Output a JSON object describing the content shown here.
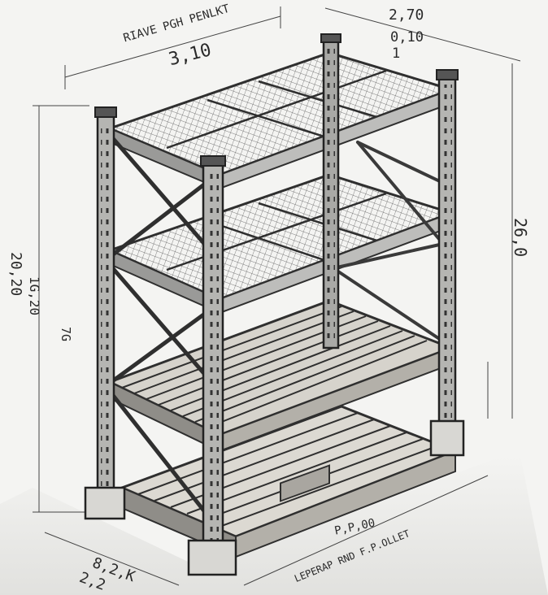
{
  "drawing": {
    "style": "pencil sketch",
    "subject": "steel pallet rack",
    "levels": 4,
    "deck_types": [
      "wire mesh",
      "wire mesh",
      "wooden pallet",
      "wooden pallet"
    ]
  },
  "annotations": {
    "top_title": "RIAVE PGH PENLKT",
    "top_dim_main": "3,10",
    "top_right_dim_1": "2,70",
    "top_right_dim_2": "0,10",
    "top_right_dim_3": "1",
    "left_vertical_1": "20,20",
    "left_vertical_2": "1G,20",
    "left_vertical_3": "7G",
    "right_vertical": "26,0",
    "bottom_left_1": "8,2,K",
    "bottom_left_2": "2,2",
    "bottom_center_1": "P,P,00",
    "bottom_center_2": "LEPERAP RND F.P.OLLET"
  },
  "colors": {
    "paper": "#f4f4f2",
    "graphite": "#2f2f2f",
    "shade": "#8a8a8a",
    "light_shade": "#c9c9c7"
  }
}
